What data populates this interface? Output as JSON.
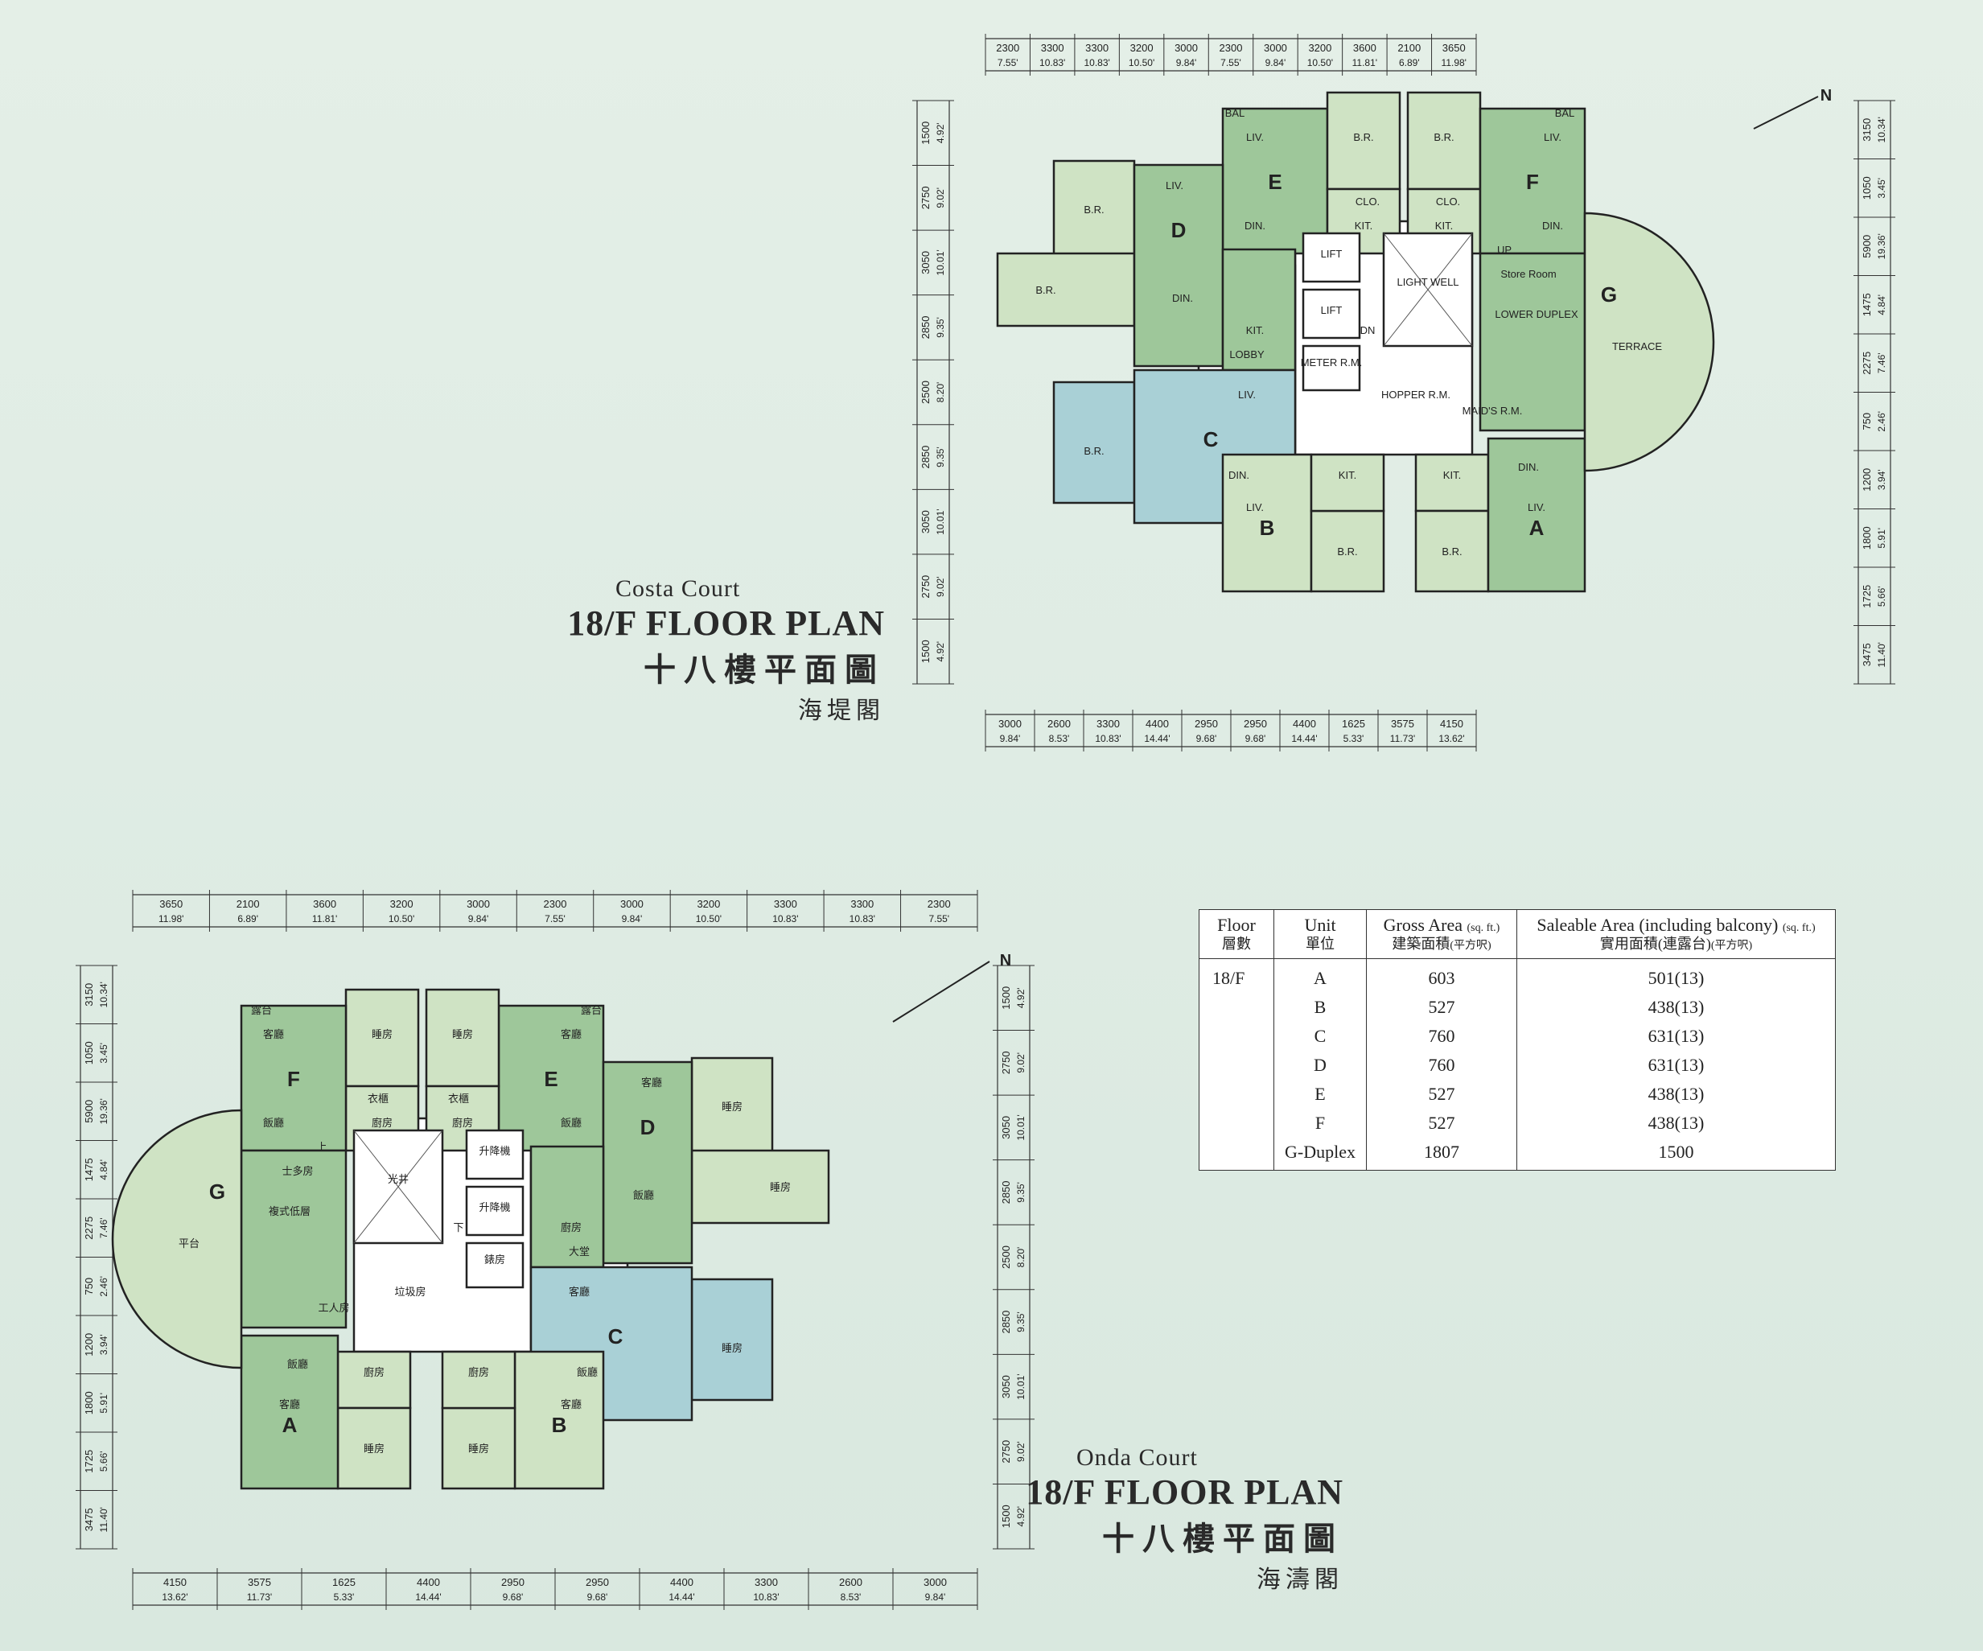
{
  "costa": {
    "name": "Costa Court",
    "plan_en": "18/F FLOOR PLAN",
    "plan_zh": "十八樓平面圖",
    "name_zh": "海堤閣",
    "top_dims": [
      [
        "2300",
        "7.55'"
      ],
      [
        "3300",
        "10.83'"
      ],
      [
        "3300",
        "10.83'"
      ],
      [
        "3200",
        "10.50'"
      ],
      [
        "3000",
        "9.84'"
      ],
      [
        "2300",
        "7.55'"
      ],
      [
        "3000",
        "9.84'"
      ],
      [
        "3200",
        "10.50'"
      ],
      [
        "3600",
        "11.81'"
      ],
      [
        "2100",
        "6.89'"
      ],
      [
        "3650",
        "11.98'"
      ]
    ],
    "bottom_dims": [
      [
        "3000",
        "9.84'"
      ],
      [
        "2600",
        "8.53'"
      ],
      [
        "3300",
        "10.83'"
      ],
      [
        "4400",
        "14.44'"
      ],
      [
        "2950",
        "9.68'"
      ],
      [
        "2950",
        "9.68'"
      ],
      [
        "4400",
        "14.44'"
      ],
      [
        "1625",
        "5.33'"
      ],
      [
        "3575",
        "11.73'"
      ],
      [
        "4150",
        "13.62'"
      ]
    ],
    "left_dims": [
      [
        "1500",
        "4.92'"
      ],
      [
        "2750",
        "9.02'"
      ],
      [
        "3050",
        "10.01'"
      ],
      [
        "2850",
        "9.35'"
      ],
      [
        "2500",
        "8.20'"
      ],
      [
        "2850",
        "9.35'"
      ],
      [
        "3050",
        "10.01'"
      ],
      [
        "2750",
        "9.02'"
      ],
      [
        "1500",
        "4.92'"
      ]
    ],
    "right_dims": [
      [
        "3150",
        "10.34'"
      ],
      [
        "1050",
        "3.45'"
      ],
      [
        "5900",
        "19.36'"
      ],
      [
        "1475",
        "4.84'"
      ],
      [
        "2275",
        "7.46'"
      ],
      [
        "750",
        "2.46'"
      ],
      [
        "1200",
        "3.94'"
      ],
      [
        "1800",
        "5.91'"
      ],
      [
        "1725",
        "5.66'"
      ],
      [
        "3475",
        "11.40'"
      ]
    ],
    "north": "N",
    "labels": {
      "unitA": "A",
      "unitB": "B",
      "unitC": "C",
      "unitD": "D",
      "unitE": "E",
      "unitF": "F",
      "unitG": "G",
      "br": "B.R.",
      "liv": "LIV.",
      "din": "DIN.",
      "kit": "KIT.",
      "bal": "BAL",
      "clo": "CLO.",
      "lift": "LIFT",
      "lobby": "LOBBY",
      "meter": "METER R.M.",
      "light_well": "LIGHT WELL",
      "hopper": "HOPPER R.M.",
      "maids": "MAID'S R.M.",
      "terrace": "TERRACE",
      "lower_duplex": "LOWER DUPLEX",
      "store": "Store Room",
      "up": "UP",
      "dn": "DN"
    }
  },
  "onda": {
    "name": "Onda Court",
    "plan_en": "18/F FLOOR PLAN",
    "plan_zh": "十八樓平面圖",
    "name_zh": "海濤閣",
    "top_dims": [
      [
        "3650",
        "11.98'"
      ],
      [
        "2100",
        "6.89'"
      ],
      [
        "3600",
        "11.81'"
      ],
      [
        "3200",
        "10.50'"
      ],
      [
        "3000",
        "9.84'"
      ],
      [
        "2300",
        "7.55'"
      ],
      [
        "3000",
        "9.84'"
      ],
      [
        "3200",
        "10.50'"
      ],
      [
        "3300",
        "10.83'"
      ],
      [
        "3300",
        "10.83'"
      ],
      [
        "2300",
        "7.55'"
      ]
    ],
    "bottom_dims": [
      [
        "4150",
        "13.62'"
      ],
      [
        "3575",
        "11.73'"
      ],
      [
        "1625",
        "5.33'"
      ],
      [
        "4400",
        "14.44'"
      ],
      [
        "2950",
        "9.68'"
      ],
      [
        "2950",
        "9.68'"
      ],
      [
        "4400",
        "14.44'"
      ],
      [
        "3300",
        "10.83'"
      ],
      [
        "2600",
        "8.53'"
      ],
      [
        "3000",
        "9.84'"
      ]
    ],
    "left_dims": [
      [
        "3150",
        "10.34'"
      ],
      [
        "1050",
        "3.45'"
      ],
      [
        "5900",
        "19.36'"
      ],
      [
        "1475",
        "4.84'"
      ],
      [
        "2275",
        "7.46'"
      ],
      [
        "750",
        "2.46'"
      ],
      [
        "1200",
        "3.94'"
      ],
      [
        "1800",
        "5.91'"
      ],
      [
        "1725",
        "5.66'"
      ],
      [
        "3475",
        "11.40'"
      ]
    ],
    "right_dims": [
      [
        "1500",
        "4.92'"
      ],
      [
        "2750",
        "9.02'"
      ],
      [
        "3050",
        "10.01'"
      ],
      [
        "2850",
        "9.35'"
      ],
      [
        "2500",
        "8.20'"
      ],
      [
        "2850",
        "9.35'"
      ],
      [
        "3050",
        "10.01'"
      ],
      [
        "2750",
        "9.02'"
      ],
      [
        "1500",
        "4.92'"
      ]
    ],
    "north": "N",
    "labels": {
      "unitA": "A",
      "unitB": "B",
      "unitC": "C",
      "unitD": "D",
      "unitE": "E",
      "unitF": "F",
      "unitG": "G",
      "br": "睡房",
      "liv": "客廳",
      "din": "飯廳",
      "kit": "廚房",
      "bal": "露台",
      "clo": "衣櫃",
      "lift": "升降機",
      "lobby": "大堂",
      "meter": "錶房",
      "light_well": "光井",
      "hopper": "垃圾房",
      "maids": "工人房",
      "terrace": "平台",
      "lower_duplex": "複式低層",
      "store": "士多房",
      "up": "上",
      "dn": "下"
    }
  },
  "area_table": {
    "headers": {
      "floor_en": "Floor",
      "floor_zh": "層數",
      "unit_en": "Unit",
      "unit_zh": "單位",
      "gross_en": "Gross Area",
      "gross_unit": "(sq. ft.)",
      "gross_zh": "建築面積",
      "gross_zh_unit": "(平方呎)",
      "saleable_en": "Saleable Area (including balcony)",
      "saleable_unit": "(sq. ft.)",
      "saleable_zh": "實用面積(連露台)",
      "saleable_zh_unit": "(平方呎)"
    },
    "floor": "18/F",
    "rows": [
      {
        "unit": "A",
        "gross": "603",
        "saleable": "501(13)"
      },
      {
        "unit": "B",
        "gross": "527",
        "saleable": "438(13)"
      },
      {
        "unit": "C",
        "gross": "760",
        "saleable": "631(13)"
      },
      {
        "unit": "D",
        "gross": "760",
        "saleable": "631(13)"
      },
      {
        "unit": "E",
        "gross": "527",
        "saleable": "438(13)"
      },
      {
        "unit": "F",
        "gross": "527",
        "saleable": "438(13)"
      },
      {
        "unit": "G-Duplex",
        "gross": "1807",
        "saleable": "1500"
      }
    ]
  },
  "colors": {
    "green": "#9ec79a",
    "green_light": "#cfe3c4",
    "blue": "#a9d0d6",
    "core": "#ffffff",
    "wall": "#222222"
  }
}
